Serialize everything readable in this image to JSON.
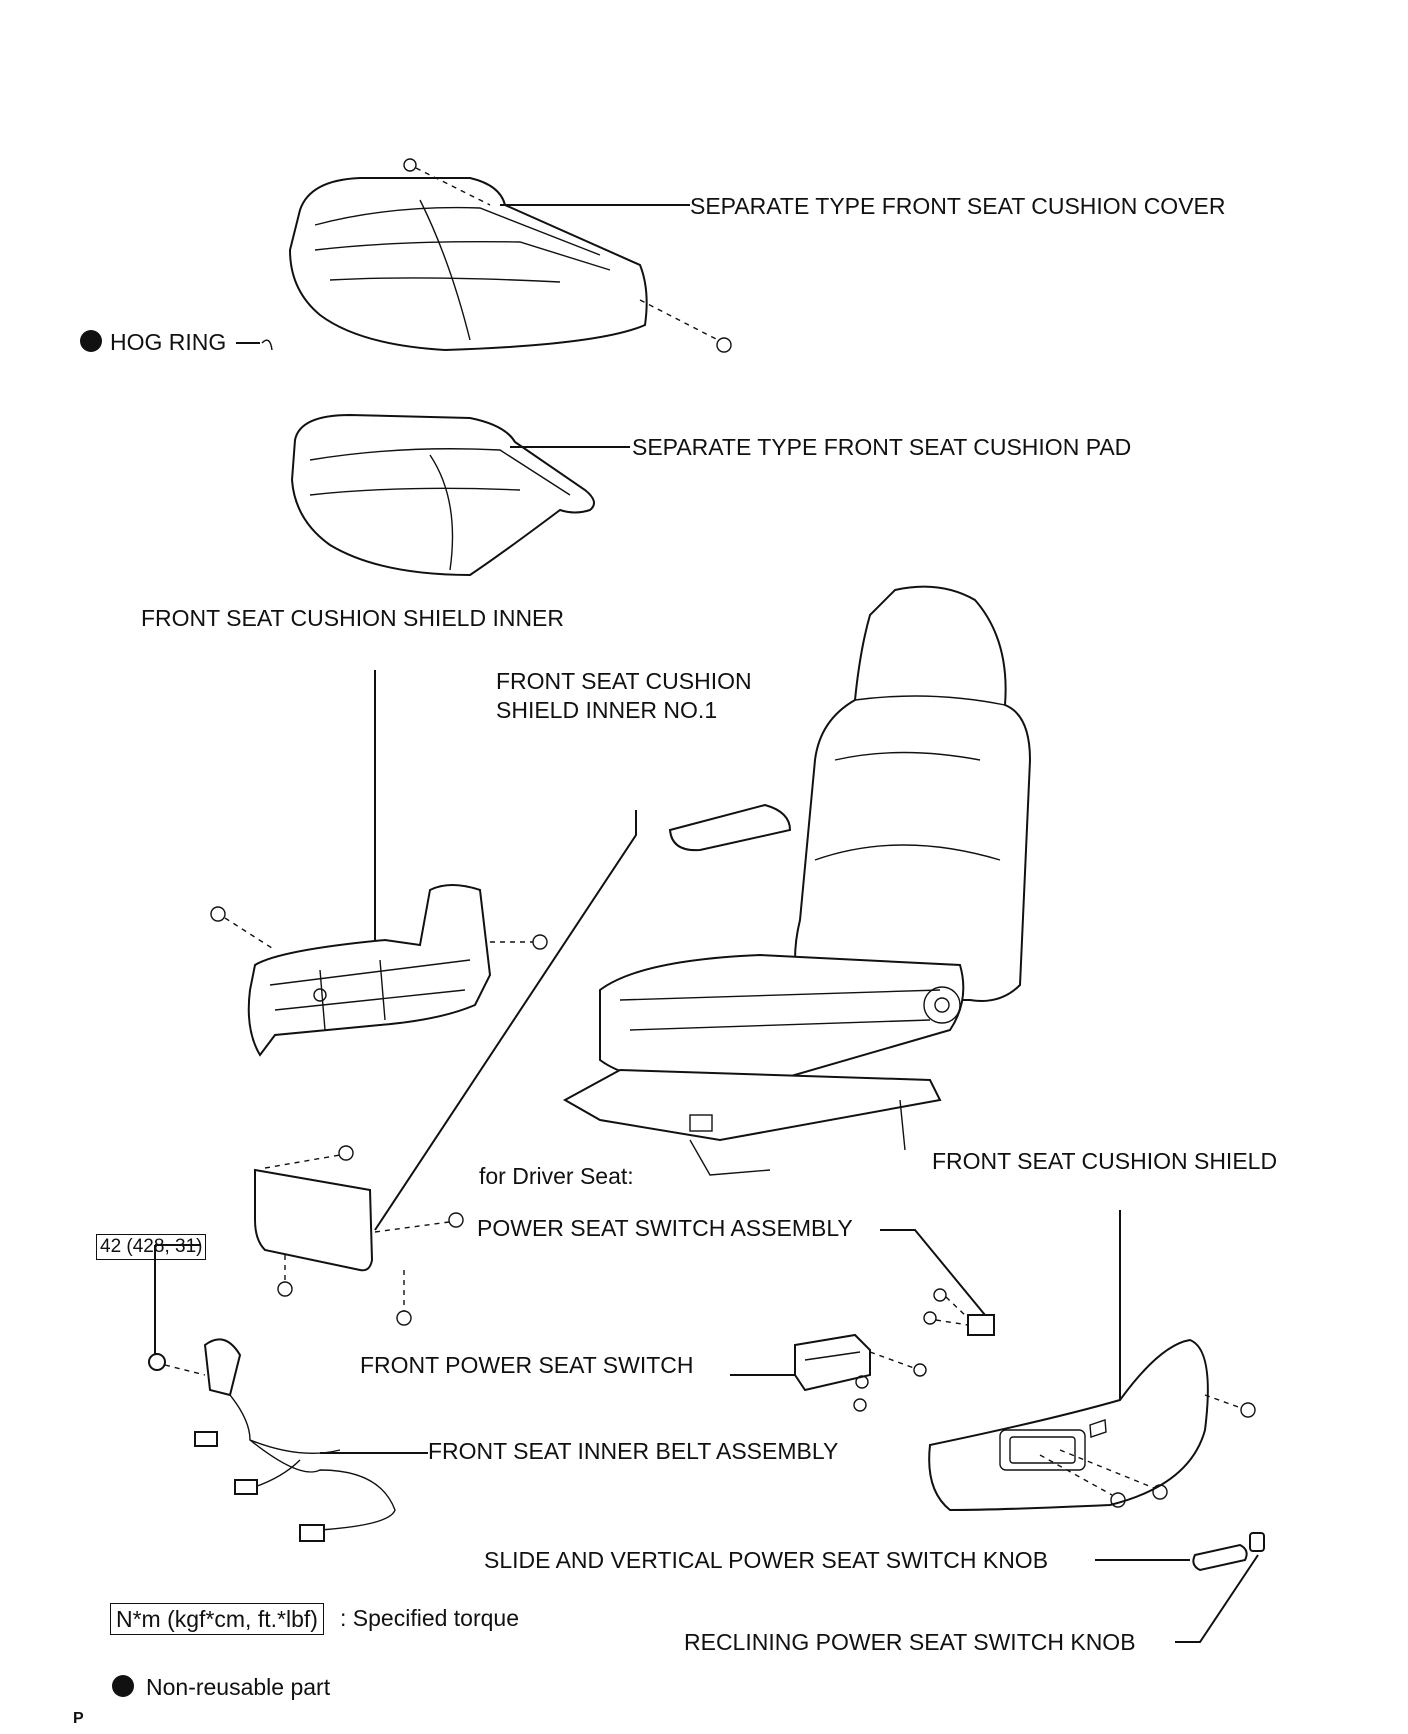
{
  "labels": {
    "cushion_cover": "SEPARATE TYPE FRONT SEAT CUSHION COVER",
    "hog_ring": "HOG RING",
    "cushion_pad": "SEPARATE TYPE FRONT SEAT CUSHION PAD",
    "shield_inner": "FRONT SEAT CUSHION SHIELD INNER",
    "shield_inner_no1_line1": "FRONT SEAT CUSHION",
    "shield_inner_no1_line2": "SHIELD INNER NO.1",
    "for_driver_seat": "for Driver Seat:",
    "cushion_shield": "FRONT SEAT CUSHION SHIELD",
    "power_seat_switch_assembly": "POWER SEAT SWITCH ASSEMBLY",
    "front_power_seat_switch": "FRONT POWER SEAT SWITCH",
    "inner_belt_assembly": "FRONT SEAT INNER BELT ASSEMBLY",
    "slide_vertical_knob": "SLIDE AND VERTICAL POWER SEAT SWITCH KNOB",
    "reclining_knob": "RECLINING POWER SEAT SWITCH KNOB"
  },
  "torque": {
    "belt_bolt": "42 (428, 31)"
  },
  "legend": {
    "torque_box": "N*m (kgf*cm, ft.*lbf)",
    "torque_text": ": Specified torque",
    "nonreusable_text": "Non-reusable part"
  },
  "footer": {
    "mark": "P"
  }
}
